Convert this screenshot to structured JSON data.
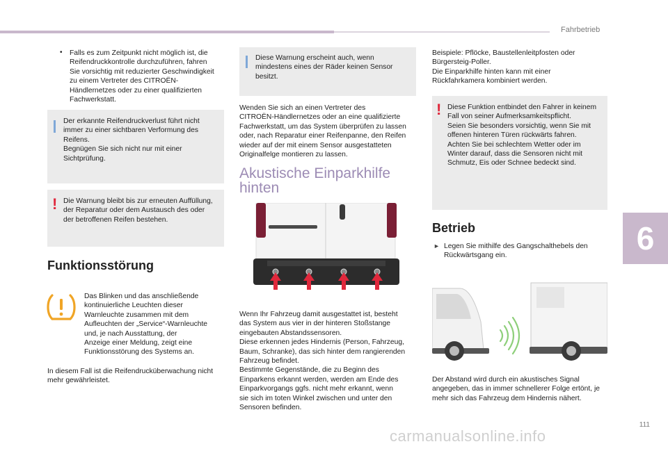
{
  "header": {
    "section_title": "Fahrbetrieb",
    "chapter_number": "6",
    "page_number": "111"
  },
  "col1": {
    "bullet_lines": [
      "Falls es zum Zeitpunkt nicht möglich ist, die",
      "Reifendruckkontrolle durchzuführen, fahren",
      "Sie vorsichtig mit reduzierter Geschwindigkeit",
      "zu einem Vertreter des CITROËN-",
      "Händlernetzes oder zu einer qualifizierten",
      "Fachwerkstatt."
    ],
    "info_lines": [
      "Der erkannte Reifendruckverlust führt nicht",
      "immer zu einer sichtbaren Verformung des",
      "Reifens.",
      "Begnügen Sie sich nicht nur mit einer",
      "Sichtprüfung."
    ],
    "warning_lines": [
      "Die Warnung bleibt bis zur erneuten Auffüllung,",
      "der Reparatur oder dem Austausch des oder",
      "der betroffenen Reifen bestehen."
    ],
    "heading": "Funktionsstörung",
    "malfunction_lines": [
      "Das Blinken und das anschließende",
      "kontinuierliche Leuchten dieser",
      "Warnleuchte zusammen mit dem",
      "Aufleuchten der „Service“-Warnleuchte",
      "und, je nach Ausstattung, der",
      "Anzeige einer Meldung, zeigt eine",
      "Funktionsstörung des Systems an."
    ],
    "note_lines": [
      "In diesem Fall ist die Reifendrucküberwachung nicht",
      "mehr gewährleistet."
    ]
  },
  "col2": {
    "info_lines": [
      "Diese Warnung erscheint auch, wenn",
      "mindestens eines der Räder keinen Sensor",
      "besitzt."
    ],
    "para_lines": [
      "Wenden Sie sich an einen Vertreter des",
      "CITROËN-Händlernetzes oder an eine qualifizierte",
      "Fachwerkstatt, um das System überprüfen zu lassen",
      "oder, nach Reparatur einer Reifenpanne, den Reifen",
      "wieder auf der mit einem Sensor ausgestatteten",
      "Originalfelge montieren zu lassen."
    ],
    "heading_lines": [
      "Akustische Einparkhilfe",
      "hinten"
    ],
    "desc_lines": [
      "Wenn Ihr Fahrzeug damit ausgestattet ist, besteht",
      "das System aus vier in der hinteren Stoßstange",
      "eingebauten Abstandssensoren.",
      "Diese erkennen jedes Hindernis (Person, Fahrzeug,",
      "Baum, Schranke), das sich hinter dem rangierenden",
      "Fahrzeug befindet.",
      "Bestimmte Gegenstände, die zu Beginn des",
      "Einparkens erkannt werden, werden am Ende des",
      "Einparkvorgangs ggfs. nicht mehr erkannt, wenn",
      "sie sich im toten Winkel zwischen und unter den",
      "Sensoren befinden."
    ]
  },
  "col3": {
    "example_lines": [
      "Beispiele: Pflöcke, Baustellenleitpfosten oder",
      "Bürgersteig-Poller.",
      "Die Einparkhilfe hinten kann mit einer",
      "Rückfahrkamera kombiniert werden."
    ],
    "warning_lines": [
      "Diese Funktion entbindet den Fahrer in keinem",
      "Fall von seiner Aufmerksamkeitspflicht.",
      "Seien Sie besonders vorsichtig, wenn Sie mit",
      "offenen hinteren Türen rückwärts fahren.",
      "Achten Sie bei schlechtem Wetter oder im",
      "Winter darauf, dass die Sensoren nicht mit",
      "Schmutz, Eis oder Schnee bedeckt sind."
    ],
    "heading": "Betrieb",
    "step_lines": [
      "Legen Sie mithilfe des Gangschalthebels den",
      "Rückwärtsgang ein."
    ],
    "signal_lines": [
      "Der Abstand wird durch ein akustisches Signal",
      "angegeben, das in immer schnellerer Folge ertönt, je",
      "mehr sich das Fahrzeug dem Hindernis nähert."
    ]
  },
  "watermark": "carmanualsonline.info",
  "colors": {
    "accent": "#c9b8cc",
    "heading_purple": "#9c8bb4",
    "warning_red": "#e0283c",
    "info_blue": "#7fa8d8",
    "box_grey": "#ebebeb",
    "icon_amber": "#f0a526"
  }
}
